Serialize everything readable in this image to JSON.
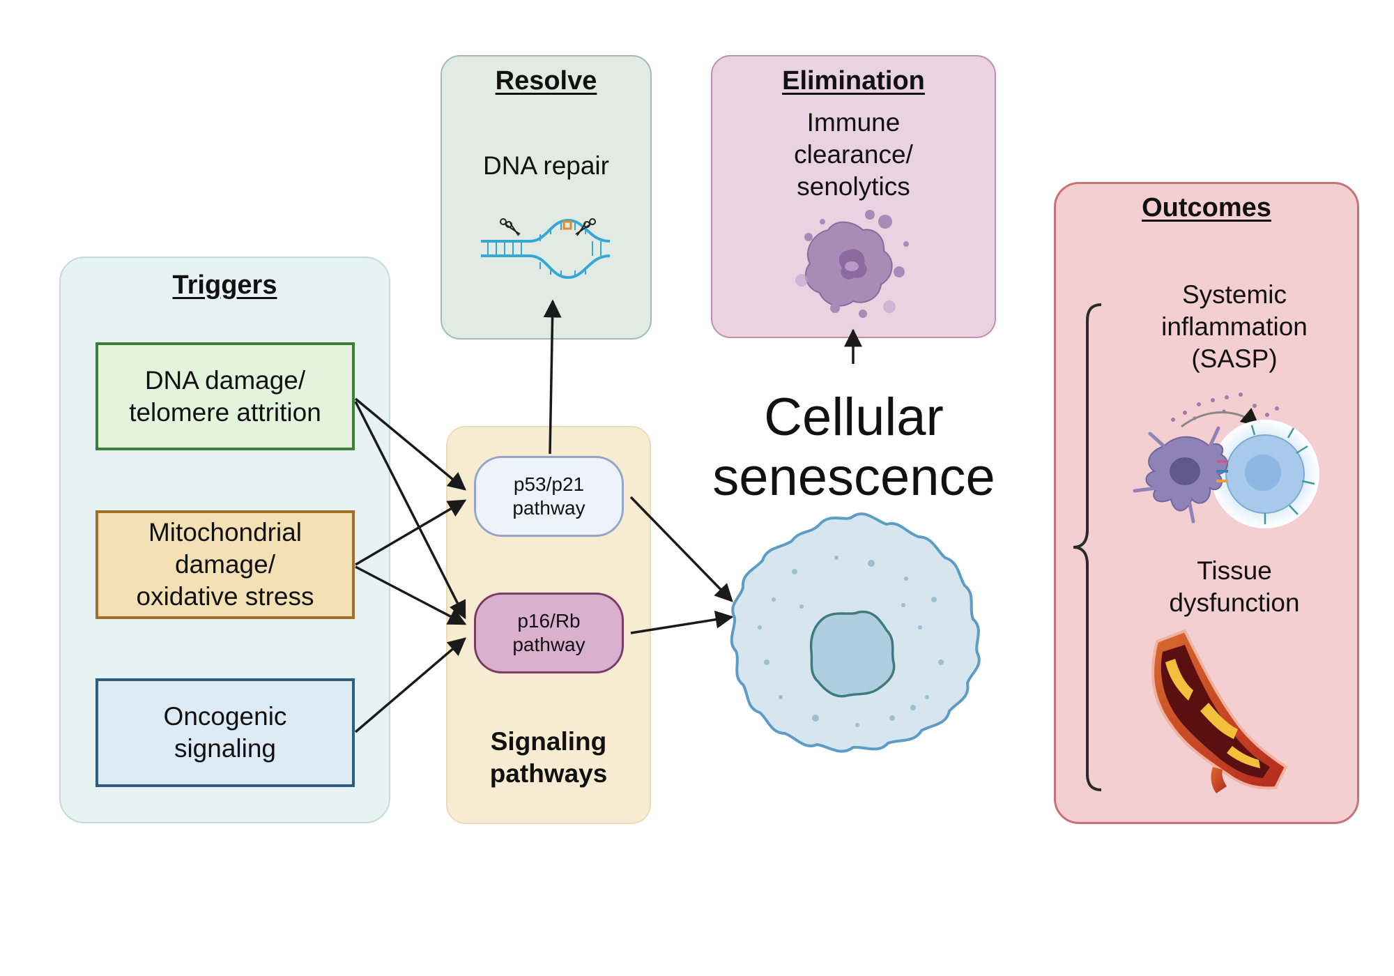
{
  "triggers": {
    "title": "Triggers",
    "items": [
      {
        "label": "DNA damage/\ntelomere attrition"
      },
      {
        "label": "Mitochondrial\ndamage/\noxidative stress"
      },
      {
        "label": "Oncogenic\nsignaling"
      }
    ]
  },
  "signaling": {
    "title": "Signaling\npathways",
    "pathways": [
      {
        "label": "p53/p21\npathway"
      },
      {
        "label": "p16/Rb\npathway"
      }
    ]
  },
  "resolve": {
    "title": "Resolve",
    "text": "DNA repair"
  },
  "elimination": {
    "title": "Elimination",
    "text": "Immune\nclearance/\nsenolytics"
  },
  "center": {
    "label": "Cellular\nsenescence"
  },
  "outcomes": {
    "title": "Outcomes",
    "items": [
      {
        "label": "Systemic\ninflammation\n(SASP)"
      },
      {
        "label": "Tissue\ndysfunction"
      }
    ]
  },
  "colors": {
    "triggers_panel": "#e6f3f2",
    "signaling_panel": "#f7ecd2",
    "resolve_panel": "#e1ebe3",
    "elimination_panel": "#e9d3e0",
    "outcomes_panel": "#f4cfd1",
    "dna_box": "#e3f4dd",
    "mito_box": "#f3e0b5",
    "onco_box": "#ddebf7",
    "p53_pill": "#eef3fb",
    "p16_pill": "#dab0cf",
    "cell_fill": "#d7e6ee",
    "cell_stroke": "#5d9cc4"
  }
}
